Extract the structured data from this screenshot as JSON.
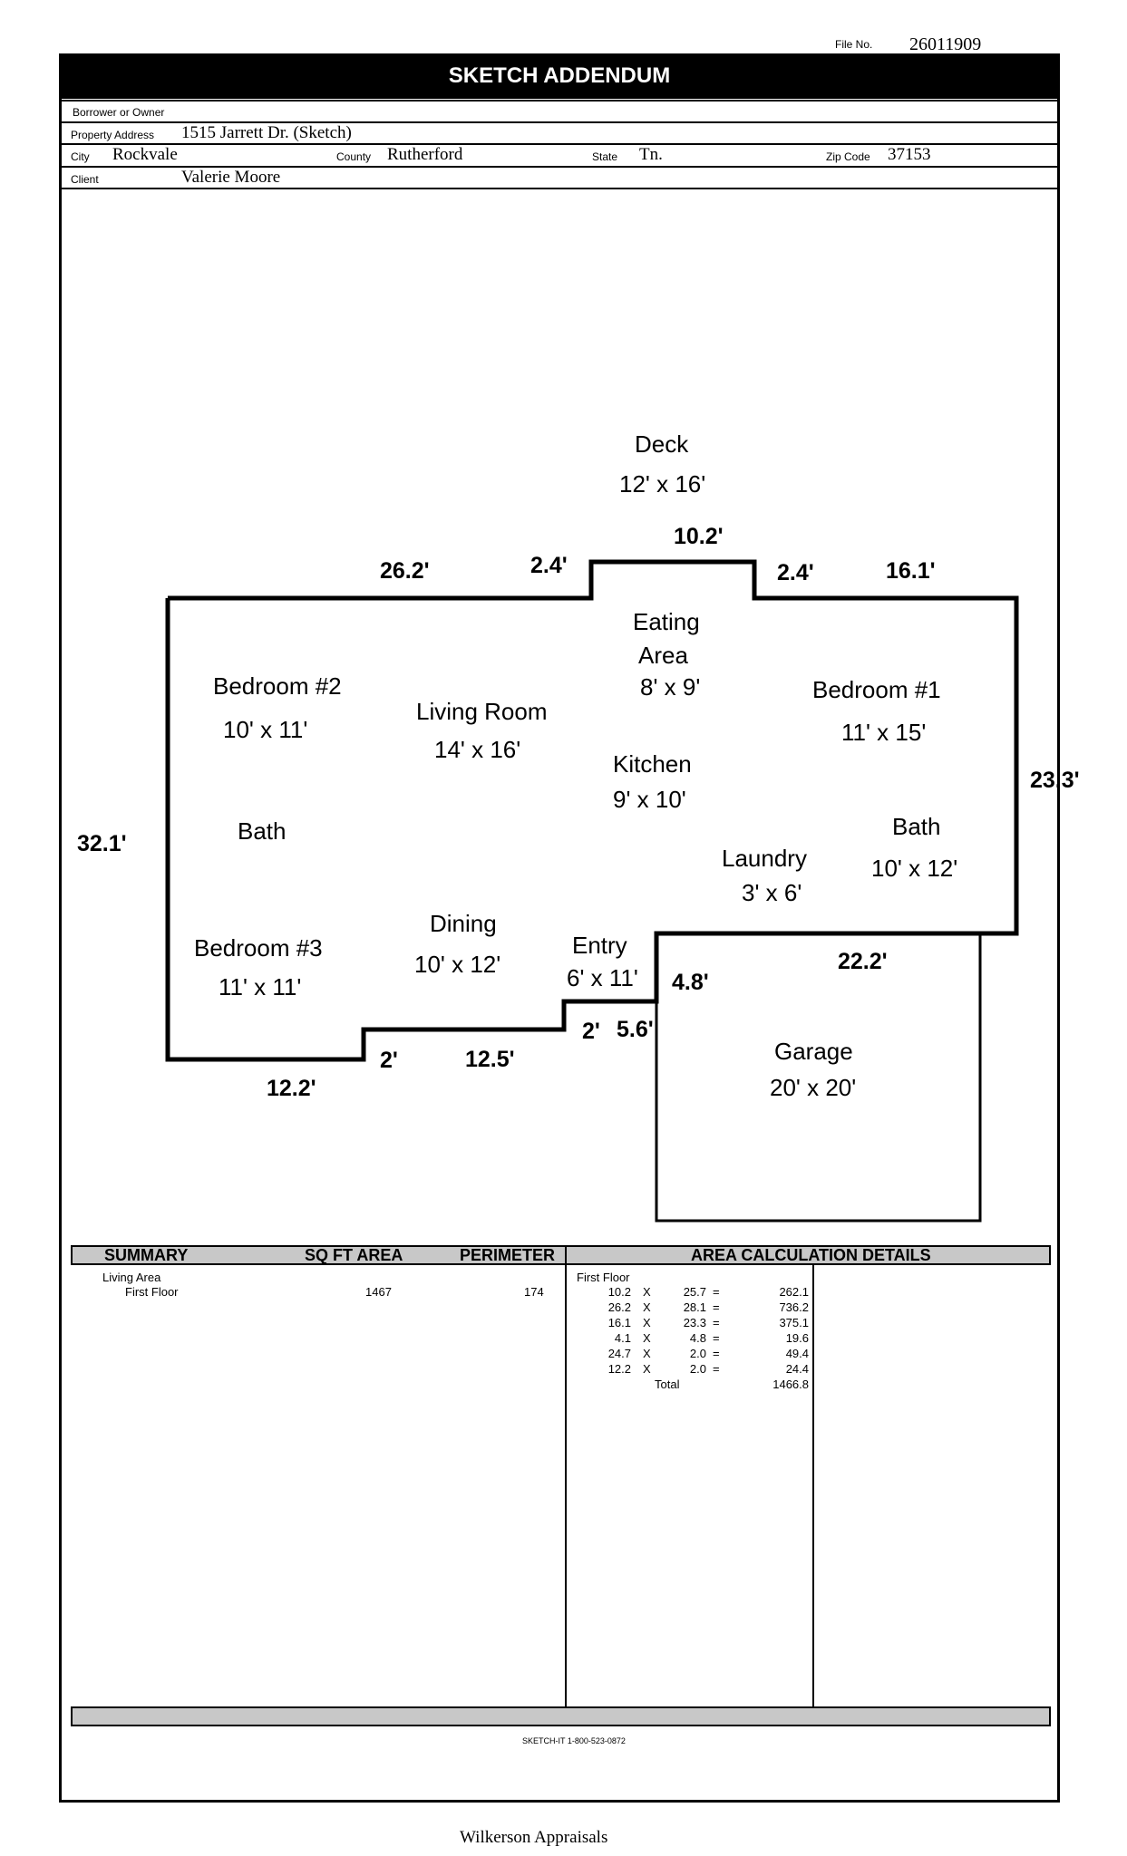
{
  "header": {
    "file_no_label": "File No.",
    "file_no": "26011909",
    "title": "SKETCH ADDENDUM"
  },
  "fields": {
    "borrower_label": "Borrower or Owner",
    "borrower_value": "",
    "property_label": "Property Address",
    "property_value": "1515 Jarrett Dr. (Sketch)",
    "city_label": "City",
    "city_value": "Rockvale",
    "county_label": "County",
    "county_value": "Rutherford",
    "state_label": "State",
    "state_value": "Tn.",
    "zip_label": "Zip Code",
    "zip_value": "37153",
    "client_label": "Client",
    "client_value": "Valerie Moore"
  },
  "sketch": {
    "deck_name": "Deck",
    "deck_size": "12' x 16'",
    "eating_name_1": "Eating",
    "eating_name_2": "Area",
    "eating_size": "8' x 9'",
    "bedroom2_name": "Bedroom #2",
    "bedroom2_size": "10' x 11'",
    "living_name": "Living Room",
    "living_size": "14' x 16'",
    "bedroom1_name": "Bedroom #1",
    "bedroom1_size": "11' x 15'",
    "kitchen_name": "Kitchen",
    "kitchen_size": "9' x 10'",
    "bath_left_name": "Bath",
    "bath_right_name": "Bath",
    "bath_right_size": "10' x 12'",
    "laundry_name": "Laundry",
    "laundry_size": "3' x 6'",
    "dining_name": "Dining",
    "dining_size": "10' x 12'",
    "bedroom3_name": "Bedroom #3",
    "bedroom3_size": "11' x 11'",
    "entry_name": "Entry",
    "entry_size": "6' x 11'",
    "garage_name": "Garage",
    "garage_size": "20' x 20'",
    "dims": {
      "d_10_2": "10.2'",
      "d_26_2": "26.2'",
      "d_2_4_left": "2.4'",
      "d_2_4_right": "2.4'",
      "d_16_1": "16.1'",
      "d_23_3": "23.3'",
      "d_32_1": "32.1'",
      "d_22_2": "22.2'",
      "d_4_8": "4.8'",
      "d_5_6": "5.6'",
      "d_2_entry": "2'",
      "d_12_5": "12.5'",
      "d_2_left": "2'",
      "d_12_2": "12.2'"
    }
  },
  "summary": {
    "col_summary": "SUMMARY",
    "col_area": "SQ FT AREA",
    "col_perimeter": "PERIMETER",
    "col_details": "AREA CALCULATION DETAILS",
    "living_area_label": "Living Area",
    "first_floor_label": "First Floor",
    "first_floor_area": "1467",
    "first_floor_perimeter": "174",
    "details_floor_label": "First Floor",
    "rows": [
      {
        "a": "10.2",
        "x": "X",
        "b": "25.7",
        "eq": "=",
        "r": "262.1"
      },
      {
        "a": "26.2",
        "x": "X",
        "b": "28.1",
        "eq": "=",
        "r": "736.2"
      },
      {
        "a": "16.1",
        "x": "X",
        "b": "23.3",
        "eq": "=",
        "r": "375.1"
      },
      {
        "a": "4.1",
        "x": "X",
        "b": "4.8",
        "eq": "=",
        "r": "19.6"
      },
      {
        "a": "24.7",
        "x": "X",
        "b": "2.0",
        "eq": "=",
        "r": "49.4"
      },
      {
        "a": "12.2",
        "x": "X",
        "b": "2.0",
        "eq": "=",
        "r": "24.4"
      }
    ],
    "total_label": "Total",
    "total_value": "1466.8"
  },
  "footer": {
    "sketch_it": "SKETCH-IT 1-800-523-0872",
    "company": "Wilkerson Appraisals"
  }
}
